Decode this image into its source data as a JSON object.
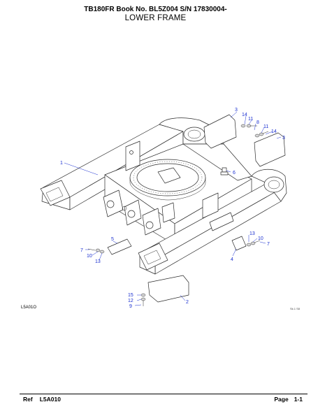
{
  "header": {
    "model_line": "TB180FR  Book No. BL5Z004  S/N 17830004-",
    "title": "LOWER FRAME"
  },
  "diagram": {
    "illustration_code": "L5A01O",
    "small_code": "Sk.1 S8",
    "callouts": [
      "1",
      "2",
      "3",
      "3",
      "4",
      "5",
      "6",
      "7",
      "7",
      "8",
      "9",
      "10",
      "10",
      "11",
      "11",
      "12",
      "13",
      "13",
      "14",
      "14",
      "15"
    ]
  },
  "footer": {
    "ref_label": "Ref",
    "ref_value": "L5A010",
    "page_label": "Page",
    "page_value": "1-1"
  }
}
